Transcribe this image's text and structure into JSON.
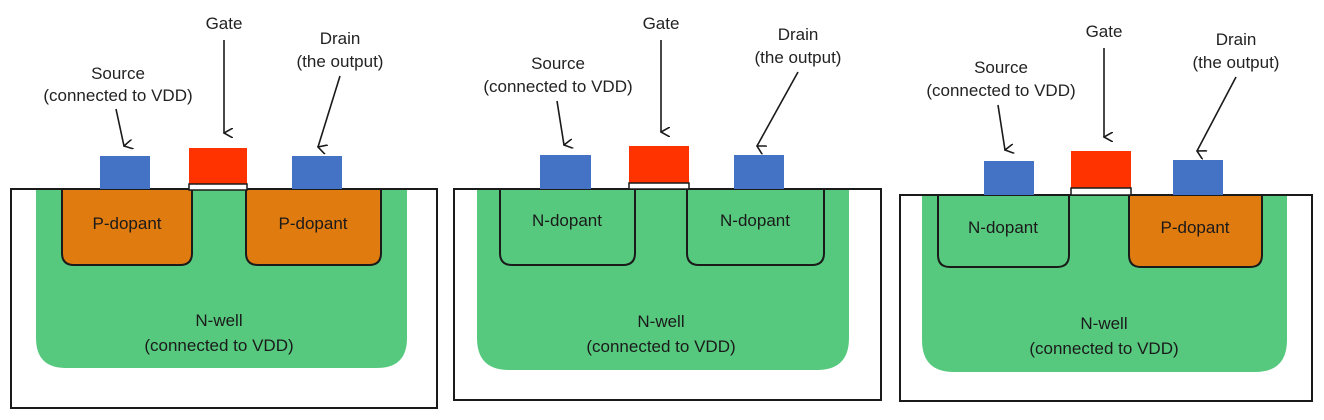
{
  "colors": {
    "substrate_border": "#1a1a1a",
    "nwell": "#57c97e",
    "p_dopant": "#e07b10",
    "n_dopant": "#57c97e",
    "gate": "#ff3300",
    "contact": "#4472c4"
  },
  "labels": {
    "gate": "Gate",
    "source_line1": "Source",
    "source_line2": "(connected to VDD)",
    "drain_line1": "Drain",
    "drain_line2": "(the output)",
    "well_line1": "N-well",
    "well_line2": "(connected to VDD)"
  },
  "panels": [
    {
      "left_dopant": "P-dopant",
      "right_dopant": "P-dopant"
    },
    {
      "left_dopant": "N-dopant",
      "right_dopant": "N-dopant"
    },
    {
      "left_dopant": "N-dopant",
      "right_dopant": "P-dopant"
    }
  ]
}
